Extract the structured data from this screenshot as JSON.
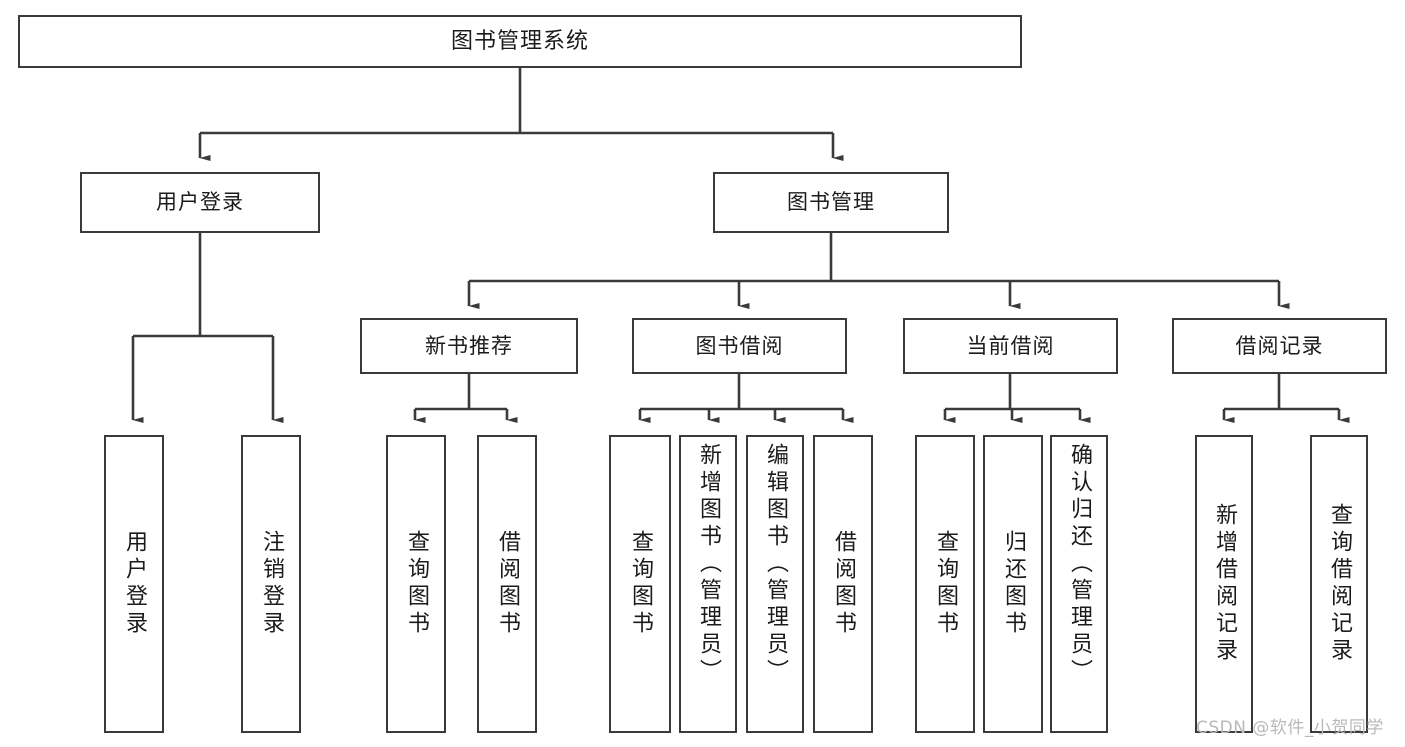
{
  "diagram": {
    "title": "图书管理系统",
    "type": "tree-hierarchy-diagram",
    "root": {
      "label": "图书管理系统"
    },
    "level1": [
      {
        "label": "用户登录"
      },
      {
        "label": "图书管理"
      }
    ],
    "level2": [
      {
        "label": "新书推荐"
      },
      {
        "label": "图书借阅"
      },
      {
        "label": "当前借阅"
      },
      {
        "label": "借阅记录"
      }
    ],
    "leaves": {
      "user_login": [
        {
          "label": "用户登录"
        },
        {
          "label": "注销登录"
        }
      ],
      "new_book_recommend": [
        {
          "label": "查询图书"
        },
        {
          "label": "借阅图书"
        }
      ],
      "book_borrow": [
        {
          "label": "查询图书"
        },
        {
          "label": "新增图书（管理员）"
        },
        {
          "label": "编辑图书（管理员）"
        },
        {
          "label": "借阅图书"
        }
      ],
      "current_borrow": [
        {
          "label": "查询图书"
        },
        {
          "label": "归还图书"
        },
        {
          "label": "确认归还（管理员）"
        }
      ],
      "borrow_records": [
        {
          "label": "新增借阅记录"
        },
        {
          "label": "查询借阅记录"
        }
      ]
    },
    "watermark": "CSDN @软件_小贺同学",
    "colors": {
      "stroke": "#3a3a3a",
      "background": "#ffffff",
      "text": "#1b1b1b",
      "watermark": "#b9b9b9"
    }
  }
}
